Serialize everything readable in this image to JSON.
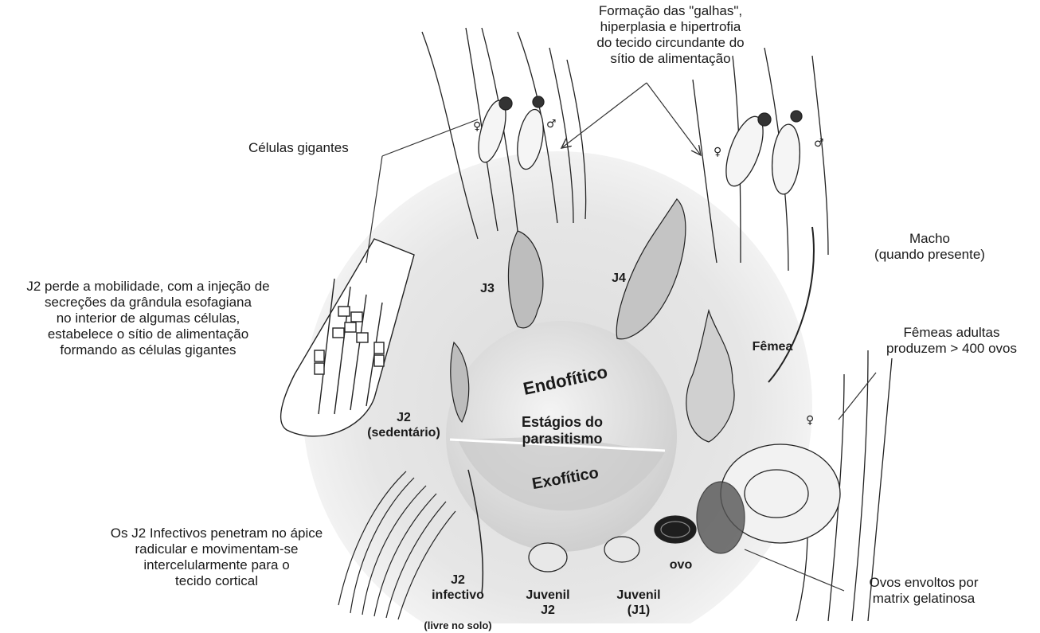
{
  "center": {
    "endo": "Endofítico",
    "stages": "Estágios do\nparasitismo",
    "exo": "Exofítico"
  },
  "stages": {
    "j3": "J3",
    "j4": "J4",
    "femea": "Fêmea",
    "j2_sed": "J2\n(sedentário)",
    "j2_inf": "J2\ninfectivo",
    "j2_inf_sub": "(livre no solo)",
    "juv_j2": "Juvenil\nJ2",
    "juv_j1": "Juvenil\n(J1)",
    "ovo": "ovo"
  },
  "annotations": {
    "galhas": "Formação das \"galhas\",\nhiperplasia e hipertrofia\ndo tecido circundante do\nsítio de alimentação",
    "celulas": "Células gigantes",
    "j2_perde": "J2 perde a mobilidade, com a injeção de\nsecreções da grândula esofagiana\nno interior de algumas células,\nestabelece o sítio de alimentação\nformando as células gigantes",
    "macho": "Macho\n(quando presente)",
    "femeas_adultas": "Fêmeas adultas\nproduzem > 400 ovos",
    "j2_infectivos": "Os J2 Infectivos penetram no ápice\nradicular e movimentam-se\nintercelularmente para o\ntecido cortical",
    "ovos_envoltos": "Ovos envoltos por\nmatrix gelatinosa"
  },
  "symbols": {
    "female": "♀",
    "male": "♂"
  }
}
